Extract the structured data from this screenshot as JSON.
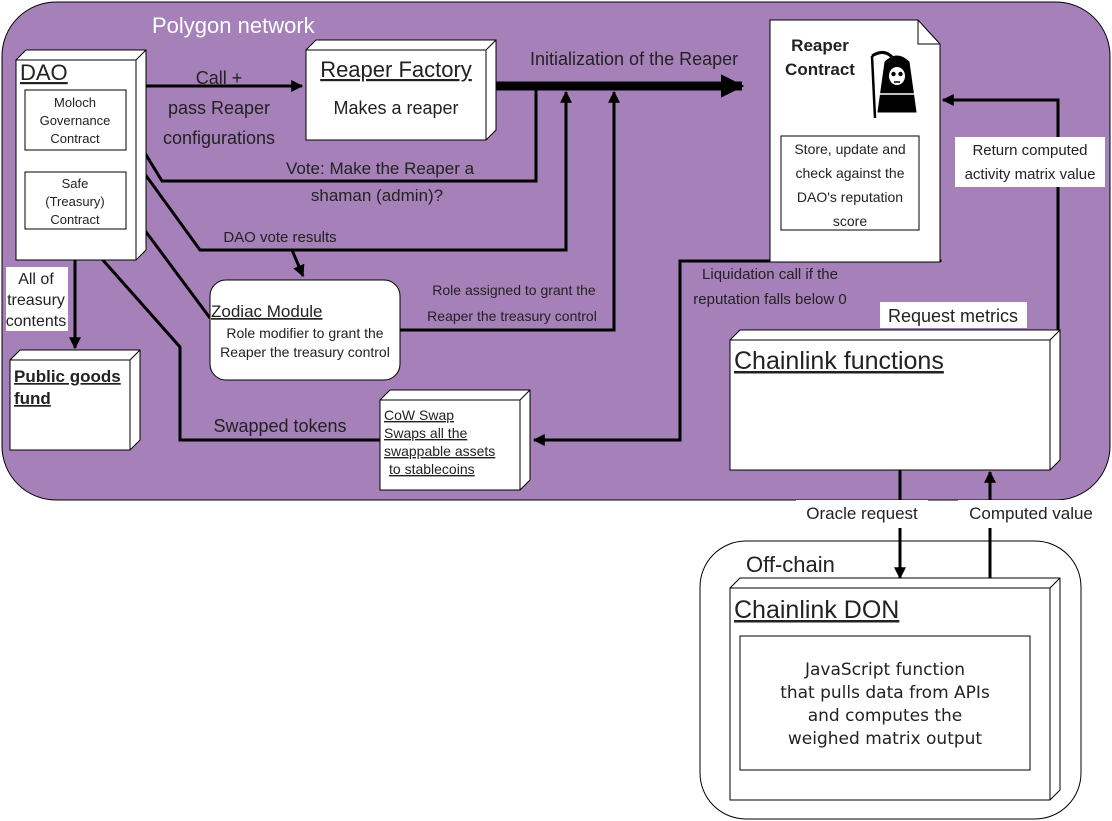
{
  "colors": {
    "network_fill": "#a680b8",
    "network_title": "#ffffff",
    "line": "#000000",
    "node_fill": "#ffffff"
  },
  "network": {
    "title": "Polygon network"
  },
  "dao": {
    "title": "DAO",
    "moloch": [
      "Moloch",
      "Governance",
      "Contract"
    ],
    "safe": [
      "Safe",
      "(Treasury)",
      "Contract"
    ]
  },
  "factory": {
    "title": "Reaper Factory",
    "desc": "Makes a reaper"
  },
  "reaper": {
    "title": [
      "Reaper",
      "Contract"
    ],
    "icon": "grim-reaper-icon",
    "desc": [
      "Store, update and",
      "check against the",
      "DAO's reputation",
      "score"
    ]
  },
  "zodiac": {
    "title": "Zodiac Module",
    "desc": [
      "Role modifier to grant the",
      "Reaper the treasury control"
    ]
  },
  "public_goods": {
    "title": [
      "Public goods",
      "fund"
    ]
  },
  "cow": {
    "lines": [
      "CoW Swap",
      "Swaps all the",
      "swappable assets",
      "to stablecoins"
    ]
  },
  "chainlink_functions": {
    "title": "Chainlink functions"
  },
  "offchain": {
    "title": "Off-chain"
  },
  "don": {
    "title": "Chainlink DON",
    "desc": [
      "JavaScript function",
      "that pulls data from APIs",
      "and computes the",
      "weighed matrix output"
    ]
  },
  "labels": {
    "call": [
      "Call +",
      "pass Reaper",
      "configurations"
    ],
    "init": "Initialization of the Reaper",
    "vote": [
      "Vote: Make the Reaper a",
      "shaman (admin)?"
    ],
    "vote_results": "DAO vote results",
    "role_assigned": [
      "Role assigned to grant the",
      "Reaper the treasury control"
    ],
    "treasury": [
      "All of",
      "treasury",
      "contents"
    ],
    "swapped": "Swapped tokens",
    "liquidation": [
      "Liquidation call if the",
      "reputation falls below 0"
    ],
    "request_metrics": "Request metrics",
    "return_value": [
      "Return computed",
      "activity matrix value"
    ],
    "oracle_request": "Oracle request",
    "computed_value": "Computed value"
  }
}
